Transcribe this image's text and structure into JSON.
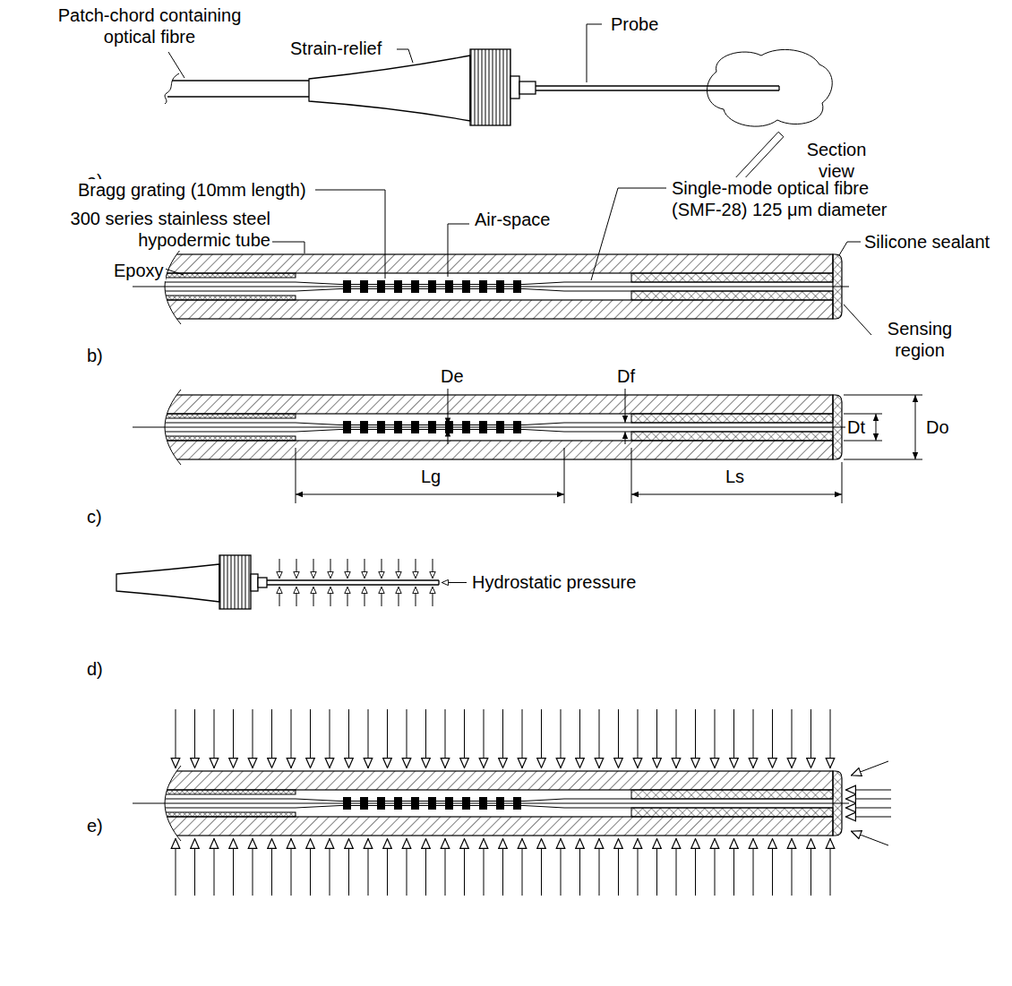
{
  "diagram": {
    "labels": [
      "Patch-chord containing optical fibre",
      "Strain-relief",
      "Probe",
      "Section view",
      "a)",
      "Bragg grating (10mm length)",
      "300 series stainless steel hypodermic tube",
      "Air-space",
      "Single-mode optical fibre (SMF-28) 125 μm diameter",
      "Epoxy",
      "Silicone sealant",
      "Sensing region",
      "b)",
      "De",
      "Df",
      "Dt",
      "Do",
      "Lg",
      "Ls",
      "c)",
      "Hydrostatic pressure",
      "d)",
      "e)"
    ]
  }
}
